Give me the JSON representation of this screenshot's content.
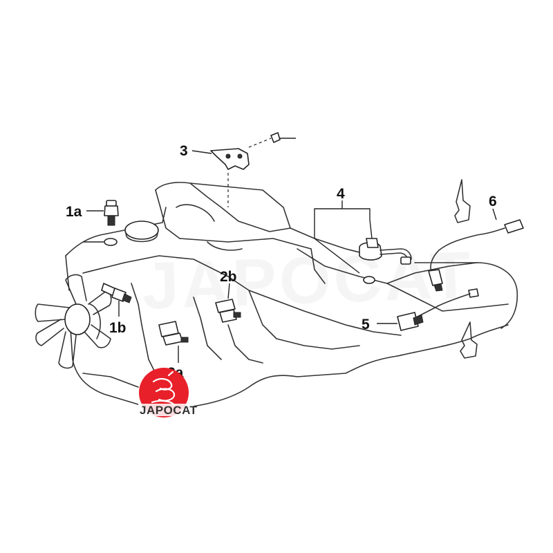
{
  "diagram": {
    "callouts": {
      "c1a": "1a",
      "c1b": "1b",
      "c2a": "2a",
      "c2b": "2b",
      "c3": "3",
      "c4": "4",
      "c5": "5",
      "c6": "6"
    },
    "watermark_text": "JAPOCAT"
  },
  "logo": {
    "text": "JAPOCAT",
    "badge_color": "#e8202a"
  },
  "colors": {
    "line": "#333333",
    "label": "#111111"
  }
}
